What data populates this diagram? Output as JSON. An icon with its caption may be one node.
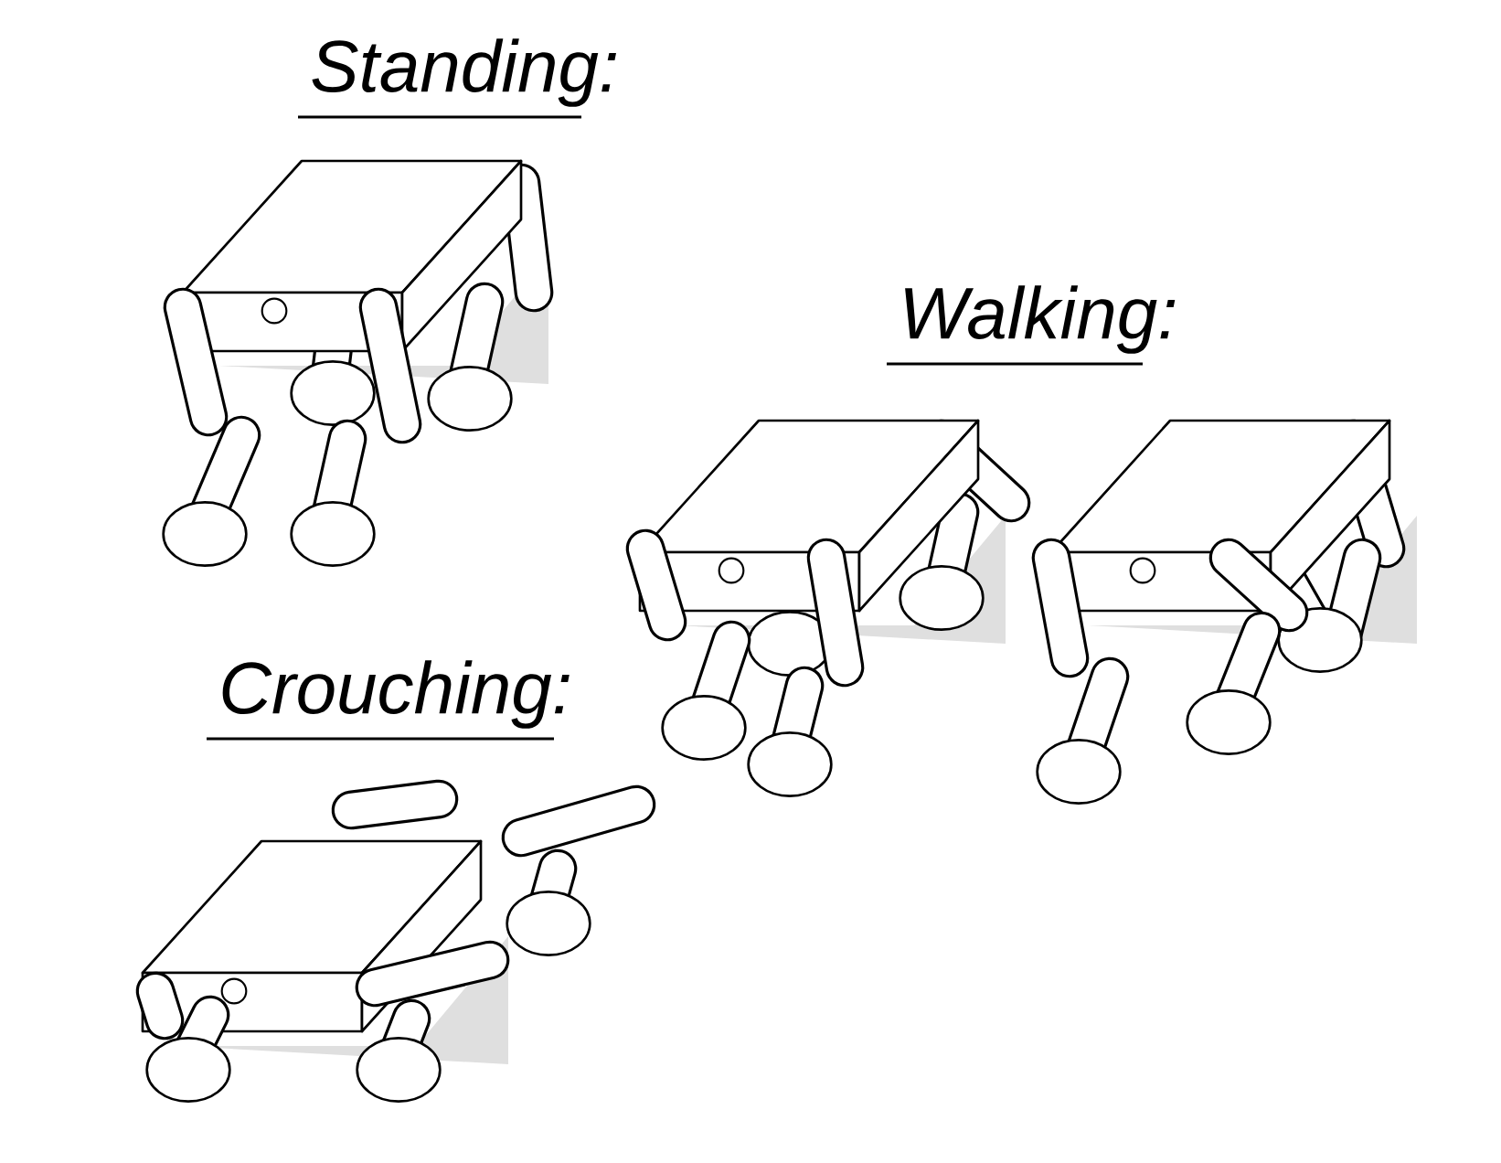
{
  "diagram": {
    "labels": [
      "Standing:",
      "Walking:",
      "Crouching:"
    ]
  }
}
